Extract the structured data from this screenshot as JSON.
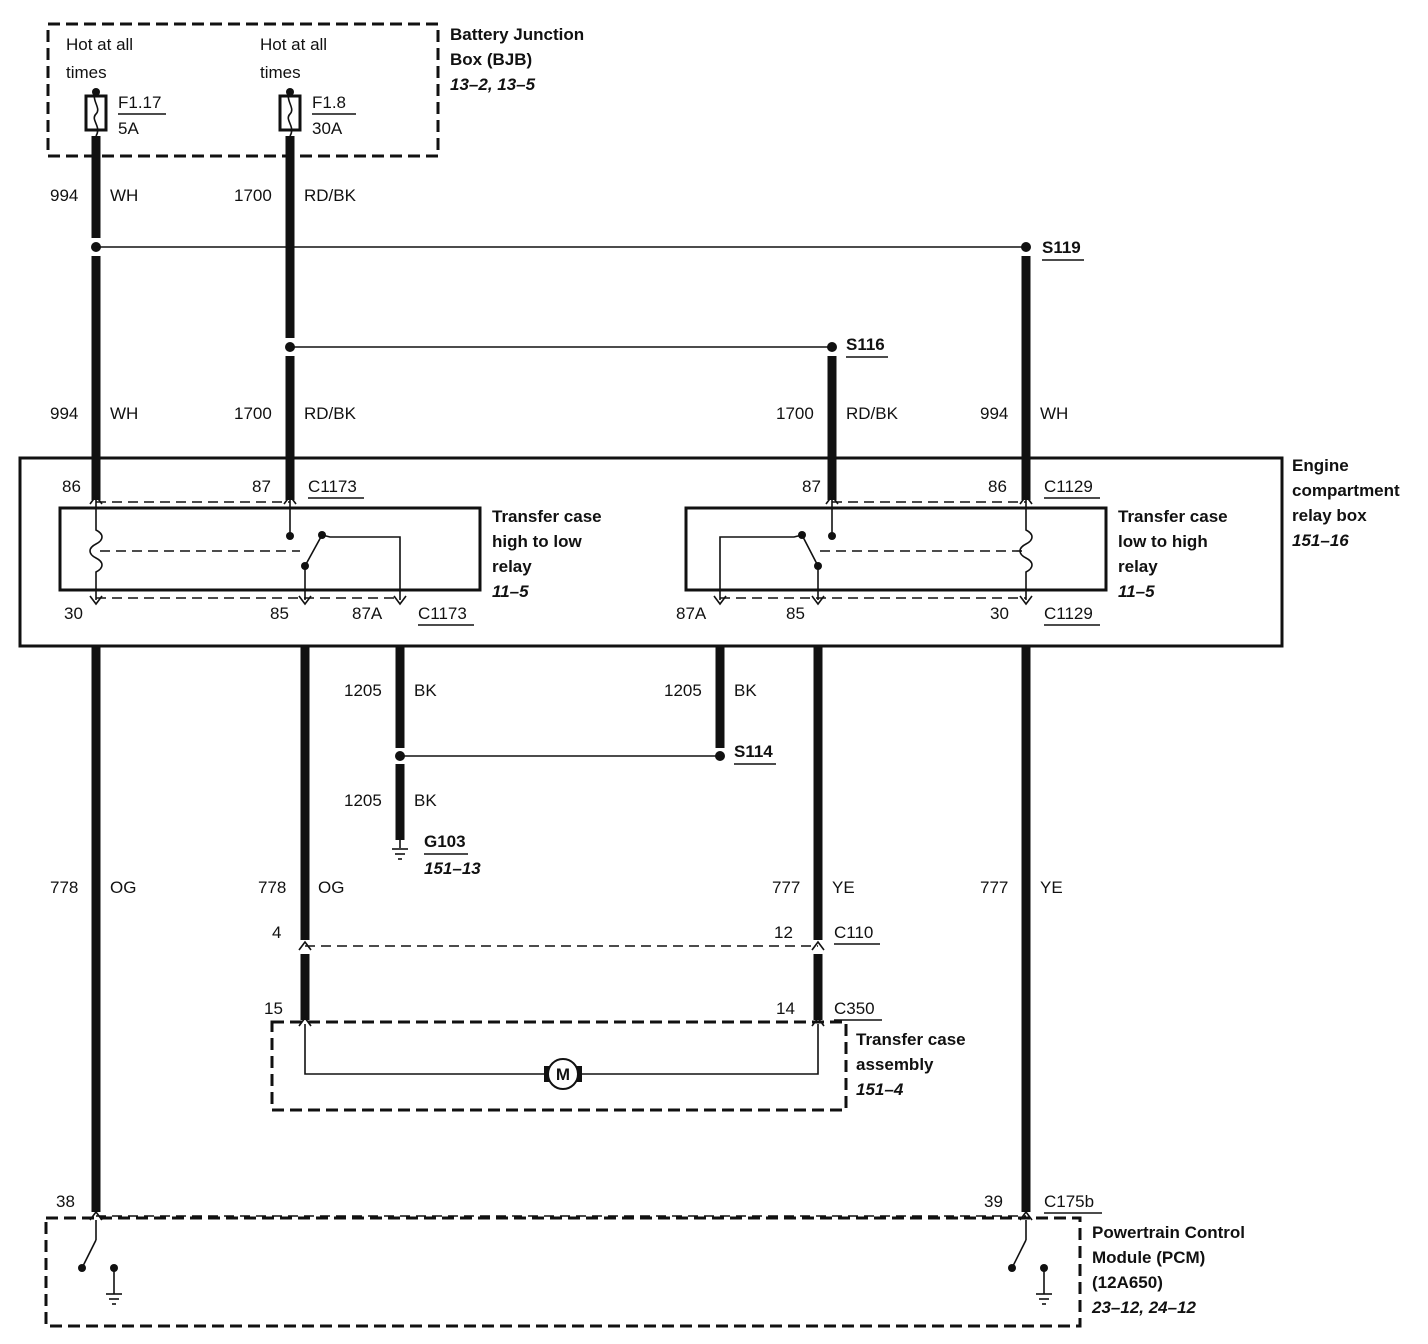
{
  "bjb": {
    "name1": "Battery Junction",
    "name2": "Box (BJB)",
    "ref": "13–2, 13–5",
    "hot1a": "Hot at all",
    "hot1b": "times",
    "hot2a": "Hot at all",
    "hot2b": "times",
    "fuse1_id": "F1.17",
    "fuse1_amp": "5A",
    "fuse2_id": "F1.8",
    "fuse2_amp": "30A"
  },
  "wires": {
    "w994": "994",
    "wh": "WH",
    "w1700": "1700",
    "rdbk": "RD/BK",
    "w1205": "1205",
    "bk": "BK",
    "w778": "778",
    "og": "OG",
    "w777": "777",
    "ye": "YE"
  },
  "splices": {
    "s119": "S119",
    "s116": "S116",
    "s114": "S114"
  },
  "relay_box": {
    "name1": "Engine",
    "name2": "compartment",
    "name3": "relay box",
    "ref": "151–16"
  },
  "relay1": {
    "name1": "Transfer case",
    "name2": "high to low",
    "name3": "relay",
    "ref": "11–5",
    "pin86": "86",
    "pin87": "87",
    "pin30": "30",
    "pin85": "85",
    "pin87a": "87A",
    "conn_top": "C1173",
    "conn_bottom": "C1173"
  },
  "relay2": {
    "name1": "Transfer case",
    "name2": "low to high",
    "name3": "relay",
    "ref": "11–5",
    "pin86": "86",
    "pin87": "87",
    "pin30": "30",
    "pin85": "85",
    "pin87a": "87A",
    "conn_top": "C1129",
    "conn_bottom": "C1129"
  },
  "ground": {
    "id": "G103",
    "ref": "151–13"
  },
  "c110": {
    "pin_left": "4",
    "pin_right": "12",
    "id": "C110"
  },
  "c350": {
    "pin_left": "15",
    "pin_right": "14",
    "id": "C350"
  },
  "transfer_case": {
    "name1": "Transfer case",
    "name2": "assembly",
    "ref": "151–4",
    "motor_symbol": "M"
  },
  "pcm": {
    "pin_left": "38",
    "pin_right": "39",
    "conn": "C175b",
    "name1": "Powertrain Control",
    "name2": "Module (PCM)",
    "name3": "(12A650)",
    "ref": "23–12, 24–12"
  }
}
